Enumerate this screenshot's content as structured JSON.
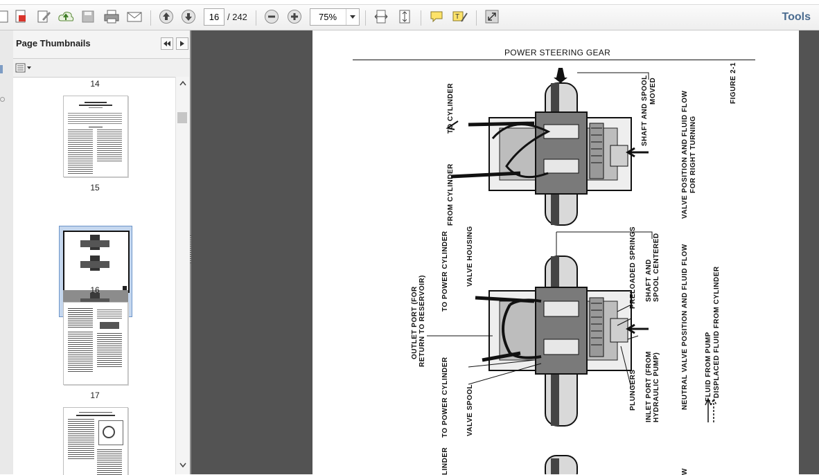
{
  "toolbar": {
    "current_page": "16",
    "total_pages": "/ 242",
    "zoom": "75%",
    "tools_label": "Tools"
  },
  "sidebar": {
    "title": "Page Thumbnails",
    "pages": [
      "14",
      "15",
      "16",
      "17"
    ],
    "selected_page": "16"
  },
  "document": {
    "heading": "POWER STEERING GEAR",
    "figure_label": "FIGURE 2-1",
    "right_turn": {
      "to_cylinder": "TO CYLINDER",
      "from_cylinder": "FROM CYLINDER",
      "shaft_spool_moved_1": "SHAFT AND SPOOL",
      "shaft_spool_moved_2": "MOVED",
      "caption_1": "VALVE POSITION AND FLUID FLOW",
      "caption_2": "FOR RIGHT TURNING"
    },
    "neutral": {
      "to_power_cylinder_top": "TO POWER CYLINDER",
      "valve_housing": "VALVE HOUSING",
      "outlet_port_1": "OUTLET PORT (FOR",
      "outlet_port_2": "RETURN TO RESERVOIR)",
      "to_power_cylinder_bottom": "TO POWER CYLINDER",
      "valve_spool": "VALVE SPOOL",
      "preloaded_springs": "PRELOADED SPRINGS",
      "shaft_spool_centered_1": "SHAFT AND",
      "shaft_spool_centered_2": "SPOOL CENTERED",
      "plungers": "PLUNGERS",
      "inlet_port_1": "INLET PORT (FROM",
      "inlet_port_2": "HYDRAULIC PUMP)",
      "caption": "NEUTRAL VALVE POSITION AND FLUID FLOW",
      "legend_1": "FLUID FROM PUMP",
      "legend_2": "DISPLACED FLUID FROM CYLINDER"
    },
    "third": {
      "cut_label": "LINDER",
      "cut_caption": "W"
    }
  }
}
